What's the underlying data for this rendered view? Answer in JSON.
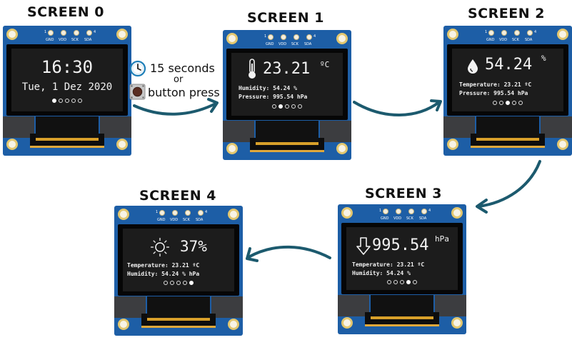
{
  "screens": [
    {
      "title": "SCREEN 0",
      "pins": {
        "num_left": "1",
        "num_right": "4",
        "labels": [
          "GND",
          "VDD",
          "SCK",
          "SDA"
        ]
      },
      "time": "16:30",
      "date": "Tue, 1 Dez 2020",
      "active_dot": 0
    },
    {
      "title": "SCREEN 1",
      "pins": {
        "num_left": "1",
        "num_right": "4",
        "labels": [
          "GND",
          "VDD",
          "SCK",
          "SDA"
        ]
      },
      "icon": "thermometer-icon",
      "value": "23.21",
      "unit": "ºC",
      "line1": "Humidity: 54.24 %",
      "line2": "Pressure: 995.54 hPa",
      "active_dot": 1
    },
    {
      "title": "SCREEN 2",
      "pins": {
        "num_left": "1",
        "num_right": "4",
        "labels": [
          "GND",
          "VDD",
          "SCK",
          "SDA"
        ]
      },
      "icon": "water-drop-icon",
      "value": "54.24",
      "unit": "%",
      "line1": "Temperature: 23.21 ºC",
      "line2": "Pressure: 995.54 hPa",
      "active_dot": 2
    },
    {
      "title": "SCREEN 3",
      "pins": {
        "num_left": "1",
        "num_right": "4",
        "labels": [
          "GND",
          "VDD",
          "SCK",
          "SDA"
        ]
      },
      "icon": "arrow-down-icon",
      "value": "995.54",
      "unit": "hPa",
      "line1": "Temperature: 23.21 ºC",
      "line2": "Humidity: 54.24 %",
      "active_dot": 3
    },
    {
      "title": "SCREEN 4",
      "pins": {
        "num_left": "1",
        "num_right": "4",
        "labels": [
          "GND",
          "VDD",
          "SCK",
          "SDA"
        ]
      },
      "icon": "sun-icon",
      "value": "37%",
      "line1": "Temperature: 23.21 ºC",
      "line2": "Humidity: 54.24 % hPa",
      "active_dot": 4
    }
  ],
  "transition": {
    "line1": "15 seconds",
    "line2": "or",
    "line3": "button press",
    "icons": [
      "clock-icon",
      "push-button-icon"
    ]
  },
  "colors": {
    "pcb": "#1d5ea6",
    "display": "#1c1c1c",
    "arrow": "#1c5a6e",
    "text": "#f2f2f2"
  }
}
